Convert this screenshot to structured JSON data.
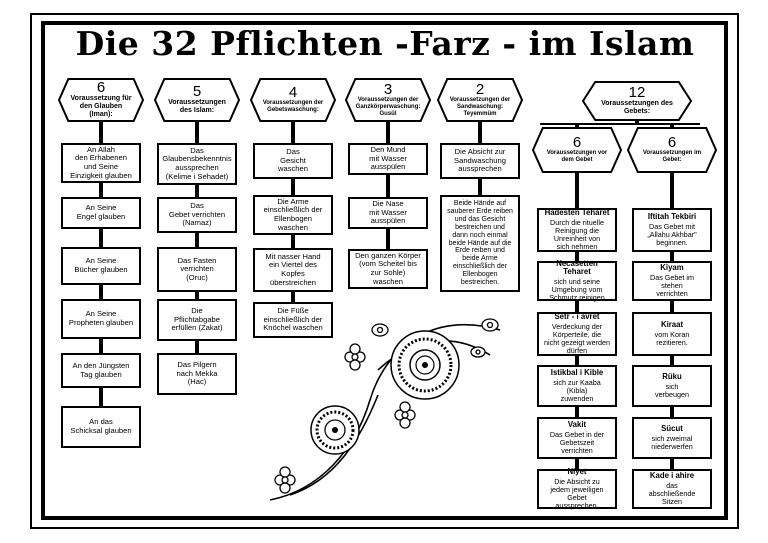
{
  "title": "Die 32 Pflichten -Farz - im Islam",
  "columns": [
    {
      "number": "6",
      "heading": "Voraussetzung für den Glauben (Iman):",
      "items": [
        "An Allah\nden Erhabenen\nund Seine\nEinzigkeit glauben",
        "An Seine\nEngel glauben",
        "An Seine\nBücher glauben",
        "An Seine\nPropheten glauben",
        "An den Jüngsten\nTag glauben",
        "An das\nSchicksal glauben"
      ]
    },
    {
      "number": "5",
      "heading": "Voraussetzungen des Islam:",
      "items": [
        "Das\nGlaubensbekenntnis\naussprechen\n(Kelime i Sehadet)",
        "Das\nGebet verrichten\n(Namaz)",
        "Das Fasten\nverrichten\n(Oruc)",
        "Die\nPflichtabgabe\nerfüllen (Zakat)",
        "Das Pilgern\nnach Mekka\n(Hac)"
      ]
    },
    {
      "number": "4",
      "heading": "Voraussetzungen der Gebetswaschung:",
      "items": [
        "Das\nGesicht\nwaschen",
        "Die Arme\neinschließlich der\nEllenbogen\nwaschen",
        "Mit nasser Hand\nein Viertel des\nKopfes\nüberstreichen",
        "Die Füße\neinschließlich der\nKnöchel waschen"
      ]
    },
    {
      "number": "3",
      "heading": "Voraussetzungen der Ganzkörperwaschung: Gusül",
      "items": [
        "Den Mund\nmit Wasser\nausspülen",
        "Die Nase\nmit Wasser\nausspülen",
        "Den ganzen Körper\n(vom Scheitel bis\nzur Sohle)\nwaschen"
      ]
    },
    {
      "number": "2",
      "heading": "Voraussetzungen der Sandwaschung: Teyemmüm",
      "items": [
        "Die Absicht zur\nSandwaschung\naussprechen",
        "Beide Hände auf\nsauberer Erde reiben\nund das Gesicht\nbestreichen und\ndann noch einmal\nbeide Hände auf die\nErde reiben und\nbeide Arme\neinschließlich der\nEllenbogen\nbestreichen."
      ]
    }
  ],
  "prayer": {
    "number": "12",
    "heading": "Voraussetzungen des Gebets:",
    "before": {
      "number": "6",
      "heading": "Voraussetzungen vor dem Gebet",
      "items": [
        {
          "title": "Hadesten Teharet",
          "text": "Durch die rituelle\nReinigung die\nUnreinheit von\nsich nehmen"
        },
        {
          "title": "Necasetten Teharet",
          "text": "sich und seine\nUmgebung vom\nSchmutz reinigen"
        },
        {
          "title": "Setr - i avret",
          "text": "Verdeckung der\nKörperteile, die\nnicht gezeigt werden\ndürfen"
        },
        {
          "title": "Istikbal i Kible",
          "text": "sich zur Kaaba\n(Kibla)\nzuwenden"
        },
        {
          "title": "Vakit",
          "text": "Das Gebet in der\nGebetszeit\nverrichten"
        },
        {
          "title": "Niyet",
          "text": "Die Absicht zu\njedem jeweiligen\nGebet\naussprechen."
        }
      ]
    },
    "during": {
      "number": "6",
      "heading": "Voraussetzungen im Gebet:",
      "items": [
        {
          "title": "Iftitah Tekbiri",
          "text": "Das Gebet mit\n„Allahu Akhbar\"\nbeginnen."
        },
        {
          "title": "Kiyam",
          "text": "Das Gebet im\nstehen\nverrichten"
        },
        {
          "title": "Kiraat",
          "text": "vom Koran\nrezitieren."
        },
        {
          "title": "Rüku",
          "text": "sich\nverbeugen"
        },
        {
          "title": "Sücut",
          "text": "sich zweimal\nniederwerfen"
        },
        {
          "title": "Kade i ahire",
          "text": "das\nabschließende\nSitzen"
        }
      ]
    }
  }
}
